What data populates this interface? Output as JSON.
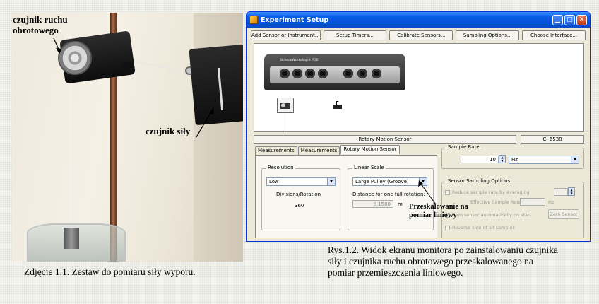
{
  "photo": {
    "label_rotary": "czujnik ruchu obrotowego",
    "label_force": "czujnik siły",
    "caption": "Zdjęcie 1.1. Zestaw do pomiaru siły wyporu."
  },
  "window": {
    "title": "Experiment Setup",
    "toolbar": [
      {
        "label": "Add Sensor or Instrument..."
      },
      {
        "label": "Setup Timers..."
      },
      {
        "label": "Calibrate Sensors..."
      },
      {
        "label": "Sampling Options..."
      },
      {
        "label": "Choose Interface..."
      }
    ],
    "interface_brand": "ScienceWorkshop® 750",
    "sensor_name": "Rotary Motion Sensor",
    "sensor_code": "CI-6538",
    "tabs": [
      {
        "label": "Measurements",
        "active": false
      },
      {
        "label": "Measurements",
        "active": false
      },
      {
        "label": "Rotary Motion Sensor",
        "active": true
      }
    ],
    "resolution": {
      "label": "Resolution",
      "value": "Low",
      "divisions_label": "Divisions/Rotation",
      "divisions_value": "360"
    },
    "linear_scale": {
      "label": "Linear Scale",
      "value": "Large Pulley (Groove)",
      "distance_label": "Distance for one full rotation:",
      "distance_value": "0.1500",
      "distance_unit": "m"
    },
    "sample_rate": {
      "label": "Sample Rate",
      "value": "10",
      "unit": "Hz"
    },
    "sensor_sampling": {
      "label": "Sensor Sampling Options",
      "reduce": "Reduce sample rate by averaging",
      "effective": "Effective Sample Rate",
      "effective_unit": "Hz",
      "zero_auto": "Zero sensor automatically on start",
      "zero_btn": "Zero Sensor",
      "reverse": "Reverse sign of all samples"
    },
    "overlay_label": "Przeskalowanie na pomiar liniowy"
  },
  "caption_right": "Rys.1.2. Widok ekranu monitora po zainstalowaniu czujnika siły i czujnika ruchu obrotowego przeskalowanego na pomiar przemieszczenia liniowego.",
  "colors": {
    "titlebar": "#0751d9",
    "window_bg": "#ece9d8",
    "page_bg": "#f3f3ee"
  }
}
